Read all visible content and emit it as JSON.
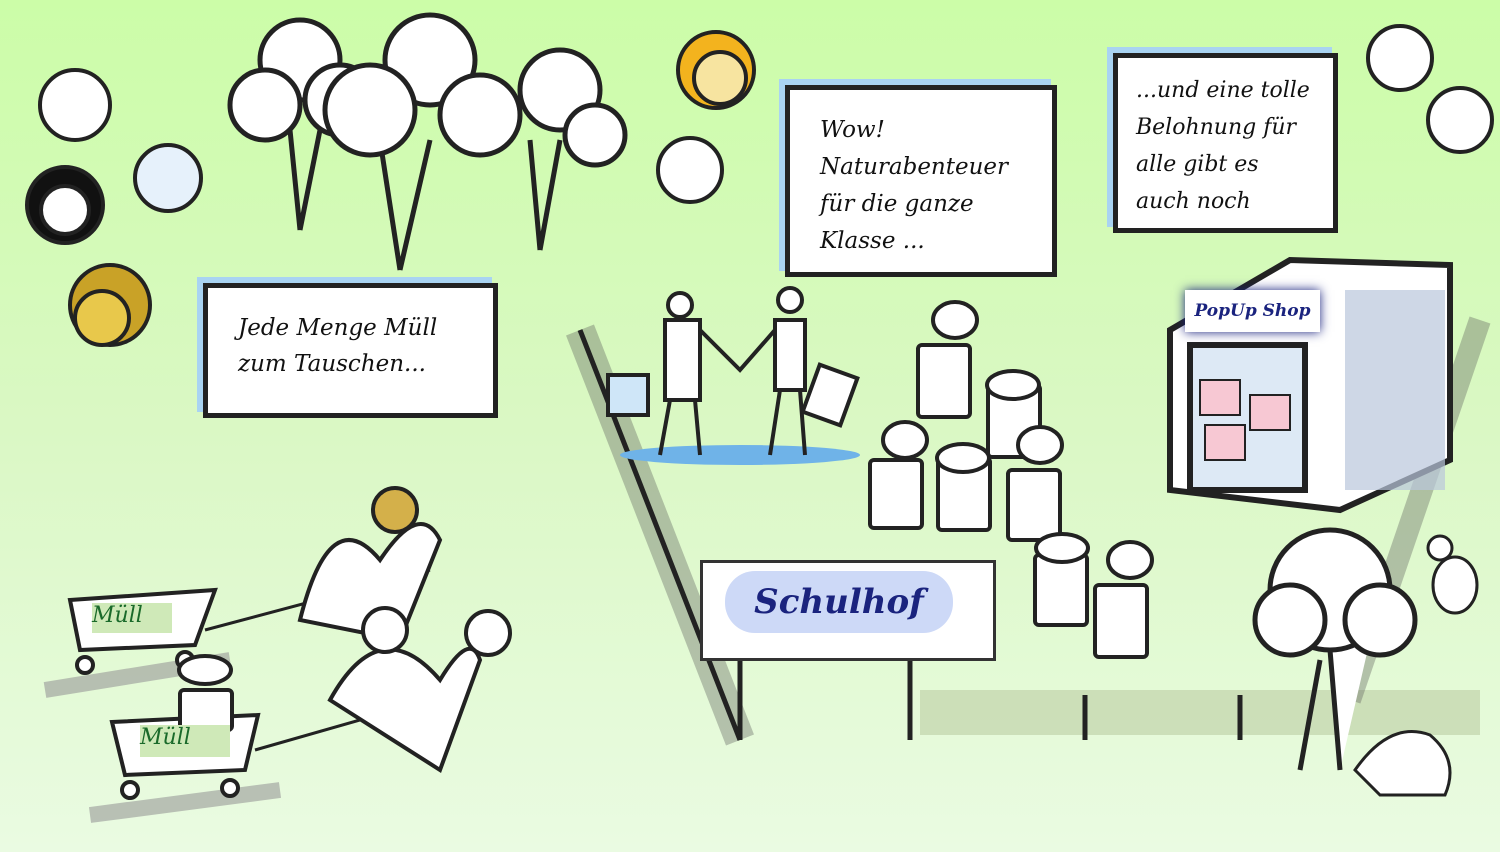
{
  "bubbles": {
    "swap": "Jede Menge Müll\nzum Tauschen...",
    "nature": "Wow!\nNaturabenteuer\nfür die ganze\nKlasse ...",
    "reward": "...und eine tolle\nBelohnung für\n alle gibt es\nauch noch"
  },
  "signs": {
    "popup_shop": "PopUp Shop",
    "schoolyard": "Schulhof"
  },
  "carts": {
    "cart1_label": "Müll",
    "cart2_label": "Müll"
  },
  "colors": {
    "accent_blue": "#a9d3f2",
    "sign_blue": "#1a237e",
    "ink": "#222222"
  }
}
